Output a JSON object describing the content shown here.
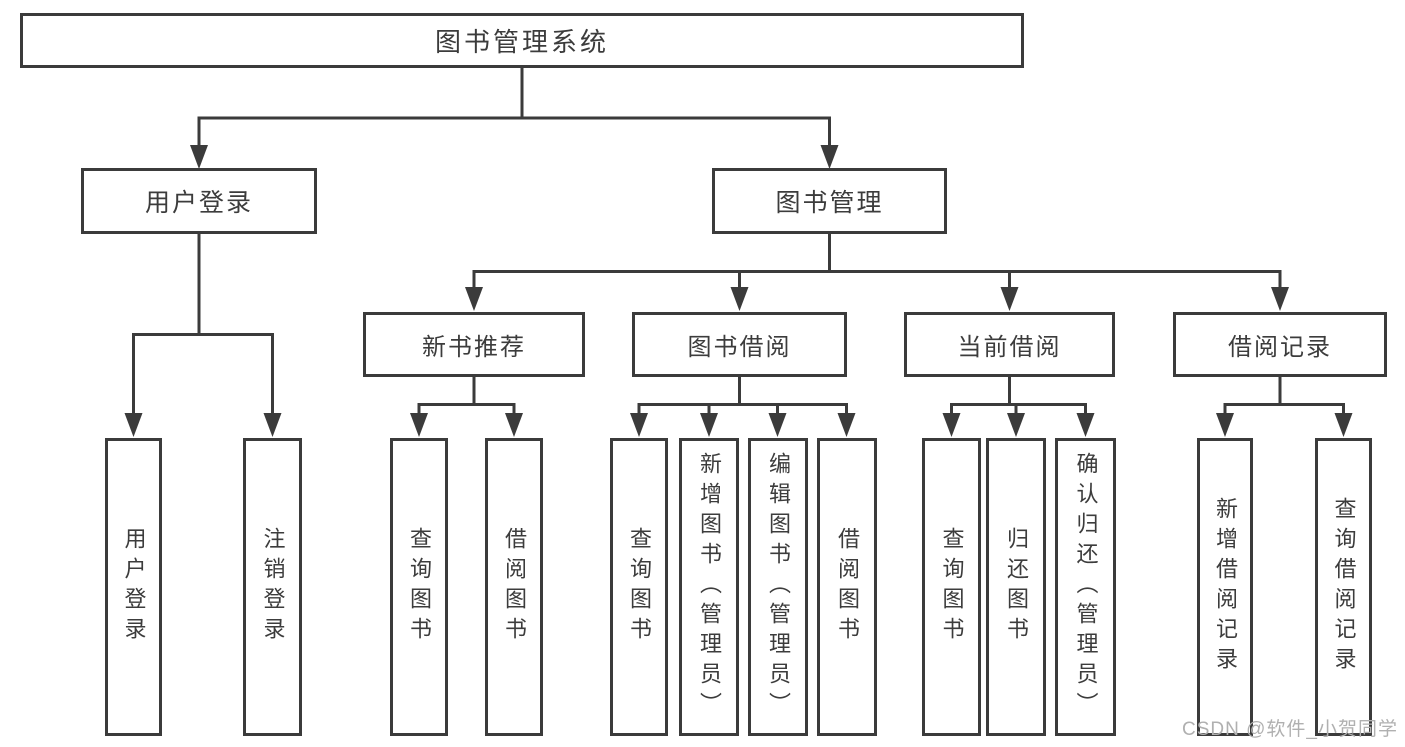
{
  "diagram": {
    "title": "图书管理系统",
    "branches": [
      {
        "label": "用户登录",
        "children": [
          {
            "label": "用户登录"
          },
          {
            "label": "注销登录"
          }
        ]
      },
      {
        "label": "图书管理",
        "children": [
          {
            "label": "新书推荐",
            "children": [
              {
                "label": "查询图书"
              },
              {
                "label": "借阅图书"
              }
            ]
          },
          {
            "label": "图书借阅",
            "children": [
              {
                "label": "查询图书"
              },
              {
                "label": "新增图书（管理员）"
              },
              {
                "label": "编辑图书（管理员）"
              },
              {
                "label": "借阅图书"
              }
            ]
          },
          {
            "label": "当前借阅",
            "children": [
              {
                "label": "查询图书"
              },
              {
                "label": "归还图书"
              },
              {
                "label": "确认归还（管理员）"
              }
            ]
          },
          {
            "label": "借阅记录",
            "children": [
              {
                "label": "新增借阅记录"
              },
              {
                "label": "查询借阅记录"
              }
            ]
          }
        ]
      }
    ]
  },
  "watermark": {
    "text": "CSDN @软件_小贺同学",
    "color": "#b0b0b0"
  },
  "colors": {
    "line": "#3b3b3b",
    "box_border": "#3b3b3b",
    "text": "#3c3c3c",
    "background": "#ffffff"
  }
}
